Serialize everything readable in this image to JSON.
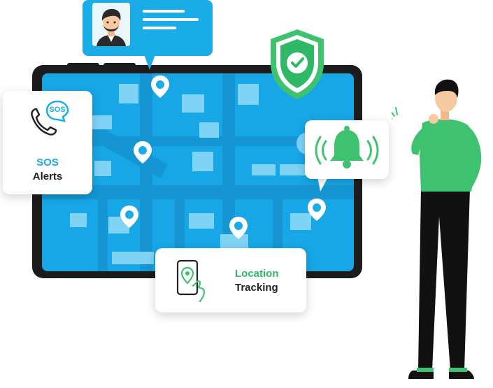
{
  "sos_card": {
    "label_line1": "SOS",
    "label_line2": "Alerts",
    "badge_text": "SOS"
  },
  "location_card": {
    "label_line1": "Location",
    "label_line2": "Tracking"
  },
  "colors": {
    "brand_blue": "#1aace6",
    "brand_green": "#2fb865",
    "map_blue": "#17a7e6",
    "tablet": "#1c1c1c"
  },
  "icons": [
    "phone-icon",
    "sos-bubble-icon",
    "location-phone-icon",
    "bell-icon",
    "shield-check-icon",
    "map-pin-icon",
    "avatar",
    "person-figure"
  ]
}
